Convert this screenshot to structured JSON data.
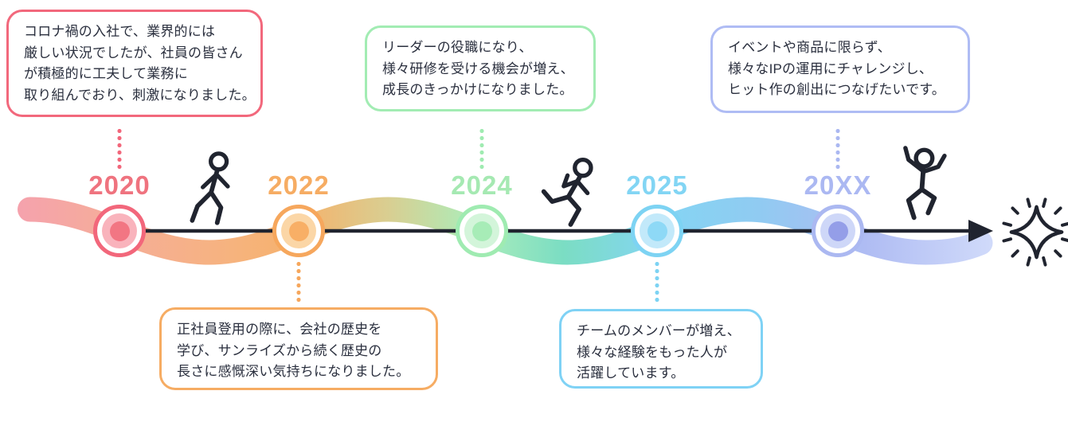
{
  "page": {
    "title": "career timeline infographic",
    "text_color": "#2A2F3E",
    "ink_color": "#20242F",
    "background": "#FFFFFF"
  },
  "ribbon": {
    "gradient": [
      "#F5A2AD",
      "#F5AD99",
      "#F6B37E",
      "#F5B26C",
      "#D9CE91",
      "#ACEDBA",
      "#7BDDC3",
      "#84D5F3",
      "#90CBF2",
      "#AFBCF3",
      "#D0DAFA"
    ]
  },
  "timeline": {
    "arrow_color": "#20242F",
    "items": [
      {
        "year": "2020",
        "year_color": "#EF737F",
        "ring": "#F2677B",
        "light": "#F9B3BC",
        "center": "#F27683"
      },
      {
        "year": "2022",
        "year_color": "#F6AC63",
        "ring": "#F6A75D",
        "light": "#FBD6A6",
        "center": "#F8AF66"
      },
      {
        "year": "2024",
        "year_color": "#A5E9B2",
        "ring": "#9FEBB1",
        "light": "#D3F5DA",
        "center": "#A7ECB7"
      },
      {
        "year": "2025",
        "year_color": "#82D5F4",
        "ring": "#7DD3F3",
        "light": "#C2E9FA",
        "center": "#8ED9F6"
      },
      {
        "year": "20XX",
        "year_color": "#ABB8F2",
        "ring": "#ABB8F1",
        "light": "#CED7F8",
        "center": "#949EE8"
      }
    ]
  },
  "bubbles": [
    {
      "for_year": "2020",
      "position": "top",
      "border_color": "#F2687C",
      "lines": [
        "コロナ禍の入社で、業界的には",
        "厳しい状況でしたが、社員の皆さん",
        "が積極的に工夫して業務に",
        "取り組んでおり、刺激になりました。"
      ]
    },
    {
      "for_year": "2022",
      "position": "bottom",
      "border_color": "#F6AC63",
      "lines": [
        "正社員登用の際に、会社の歴史を",
        "学び、サンライズから続く歴史の",
        "長さに感慨深い気持ちになりました。"
      ]
    },
    {
      "for_year": "2024",
      "position": "top",
      "border_color": "#A2ECB3",
      "lines": [
        "リーダーの役職になり、",
        "様々研修を受ける機会が増え、",
        "成長のきっかけになりました。"
      ]
    },
    {
      "for_year": "2025",
      "position": "bottom",
      "border_color": "#7FD2F5",
      "lines": [
        "チームのメンバーが増え、",
        "様々な経験をもった人が",
        "活躍しています。"
      ]
    },
    {
      "for_year": "20XX",
      "position": "top",
      "border_color": "#AFBCF4",
      "lines": [
        "イベントや商品に限らず、",
        "様々なIPの運用にチャレンジし、",
        "ヒット作の創出につなげたいです。"
      ]
    }
  ],
  "icons": {
    "walking_person": "walking-person-icon",
    "running_person": "running-person-icon",
    "jumping_person": "jumping-person-icon",
    "sparkle": "sparkle-icon"
  }
}
